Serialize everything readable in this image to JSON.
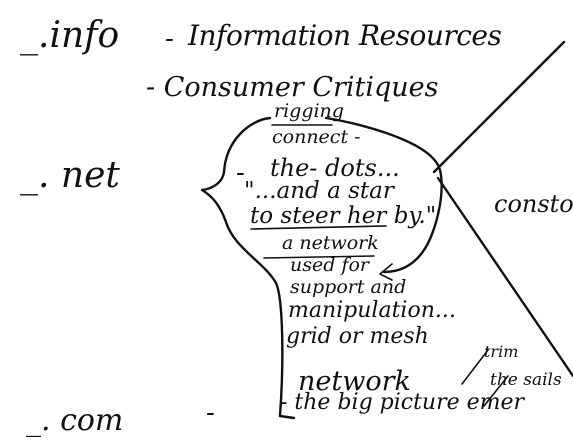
{
  "note": {
    "info": {
      "label": "_.info",
      "dash": "-",
      "title": "Information Resources",
      "subtitle": "- Consumer Critiques"
    },
    "net": {
      "label": "_. net",
      "dash": "-",
      "lines": [
        "rigging",
        "connect -",
        "the- dots...",
        "\"...and a star",
        "to steer her by.\"",
        "a network",
        "used for",
        "support and",
        "manipulation...",
        "grid or mesh",
        "network"
      ],
      "final_line": "- the big picture emer",
      "side_word": "consto",
      "margin_note_1": "trim",
      "margin_note_2": "the sails"
    },
    "com": {
      "label": "_. com",
      "dash": "-"
    }
  }
}
